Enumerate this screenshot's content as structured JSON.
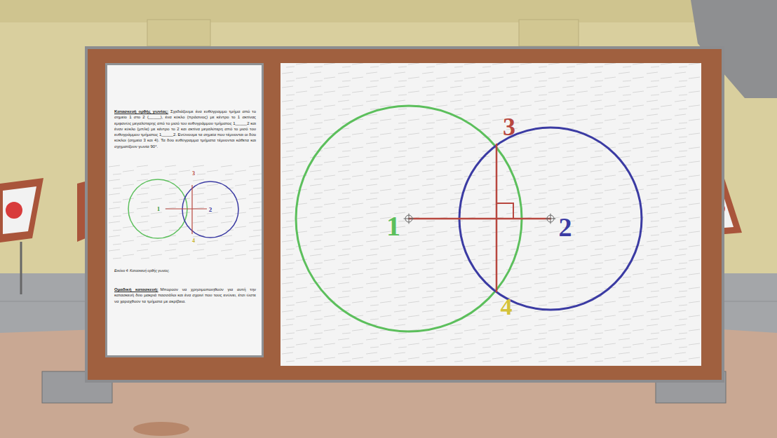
{
  "diagram": {
    "nodes": [
      {
        "text": [
          "Κατασκευή ορθής γωνίας:",
          "Σχεδιάζουμε ένα ευθύγραμμο τμήμα από το σημείο 1 στο 2 (_____), ένα κύκλο (πράσινος) με κέντρο το 1 ακτίνας εμφανώς μεγαλύτερης από το μισό του ευθυγράμμου τμήματος 1_____2 και έναν κύκλο (μπλε) με κέντρο το 2 και ακτίνα μεγαλύτερη από το μισό του ευθυγράμμου τμήματος 1_____2. Ενώνουμε τα σημεία που τέμνονται οι δύο κύκλοι (σημεία 3 και 4). Τα δύο ευθύγραμμα τμήματα τέμνονται κάθετα και σχηματίζουν γωνία 90°.",
          "Εικόνα 4: Κατασκευή ορθής γωνίας.",
          "Ομαδική κατασκευή:",
          "Μπορούν να χρησιμοποιηθούν για αυτή την κατασκευή δύο μακριά πασσάλοι και ένα σχοινί που τους ενώνει, έτσι ώστε να χαραχθούν τα τμήματα με ακρίβεια."
        ]
      }
    ],
    "labels": [
      "1",
      "2",
      "3",
      "4",
      "1",
      "2",
      "3",
      "4"
    ]
  }
}
